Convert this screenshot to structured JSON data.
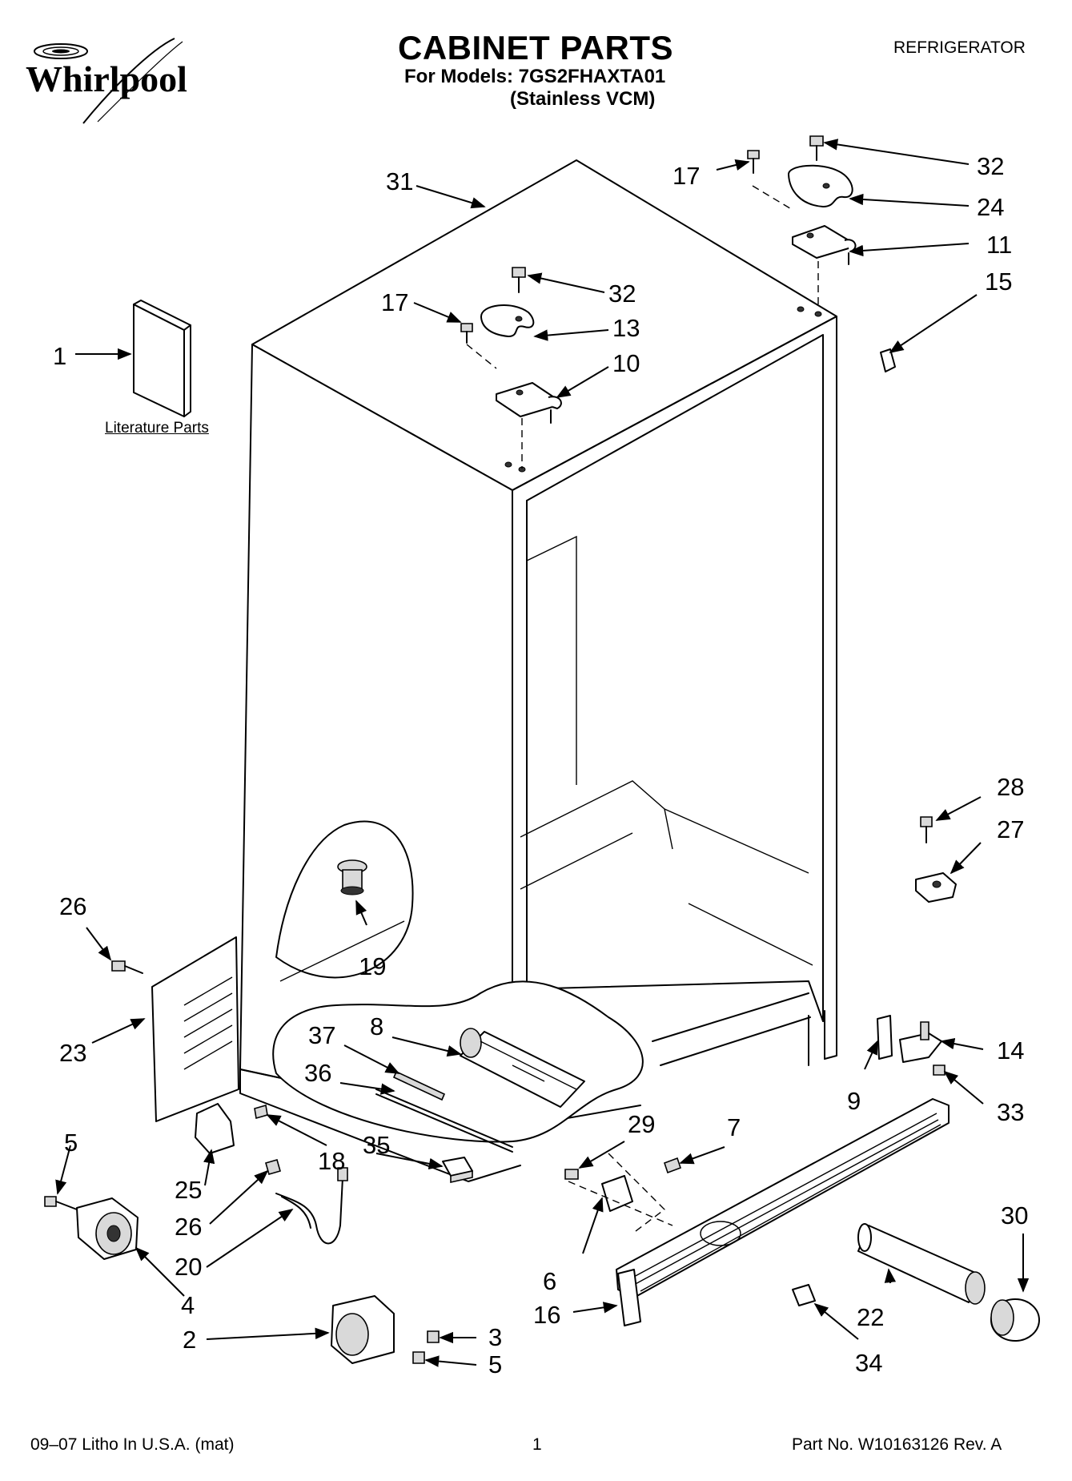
{
  "header": {
    "brand": "Whirlpool",
    "title": "CABINET PARTS",
    "models_line1": "For Models: 7GS2FHAXTA01",
    "models_line2": "(Stainless VCM)",
    "category": "REFRIGERATOR"
  },
  "literature_label": "Literature Parts",
  "callouts": [
    {
      "id": "c31",
      "label": "31"
    },
    {
      "id": "c17a",
      "label": "17"
    },
    {
      "id": "c32a",
      "label": "32"
    },
    {
      "id": "c24",
      "label": "24"
    },
    {
      "id": "c11",
      "label": "11"
    },
    {
      "id": "c15",
      "label": "15"
    },
    {
      "id": "c32b",
      "label": "32"
    },
    {
      "id": "c17b",
      "label": "17"
    },
    {
      "id": "c13",
      "label": "13"
    },
    {
      "id": "c10",
      "label": "10"
    },
    {
      "id": "c1",
      "label": "1"
    },
    {
      "id": "c28",
      "label": "28"
    },
    {
      "id": "c27",
      "label": "27"
    },
    {
      "id": "c26a",
      "label": "26"
    },
    {
      "id": "c19",
      "label": "19"
    },
    {
      "id": "c23",
      "label": "23"
    },
    {
      "id": "c37",
      "label": "37"
    },
    {
      "id": "c8",
      "label": "8"
    },
    {
      "id": "c36",
      "label": "36"
    },
    {
      "id": "c14",
      "label": "14"
    },
    {
      "id": "c9",
      "label": "9"
    },
    {
      "id": "c33",
      "label": "33"
    },
    {
      "id": "c5a",
      "label": "5"
    },
    {
      "id": "c18",
      "label": "18"
    },
    {
      "id": "c35",
      "label": "35"
    },
    {
      "id": "c29",
      "label": "29"
    },
    {
      "id": "c7",
      "label": "7"
    },
    {
      "id": "c25",
      "label": "25"
    },
    {
      "id": "c26b",
      "label": "26"
    },
    {
      "id": "c20",
      "label": "20"
    },
    {
      "id": "c30",
      "label": "30"
    },
    {
      "id": "c4",
      "label": "4"
    },
    {
      "id": "c6",
      "label": "6"
    },
    {
      "id": "c16",
      "label": "16"
    },
    {
      "id": "c22",
      "label": "22"
    },
    {
      "id": "c2",
      "label": "2"
    },
    {
      "id": "c3",
      "label": "3"
    },
    {
      "id": "c5b",
      "label": "5"
    },
    {
      "id": "c34",
      "label": "34"
    }
  ],
  "footer": {
    "left": "09–07 Litho In U.S.A. (mat)",
    "page": "1",
    "right": "Part No. W10163126 Rev. A"
  }
}
